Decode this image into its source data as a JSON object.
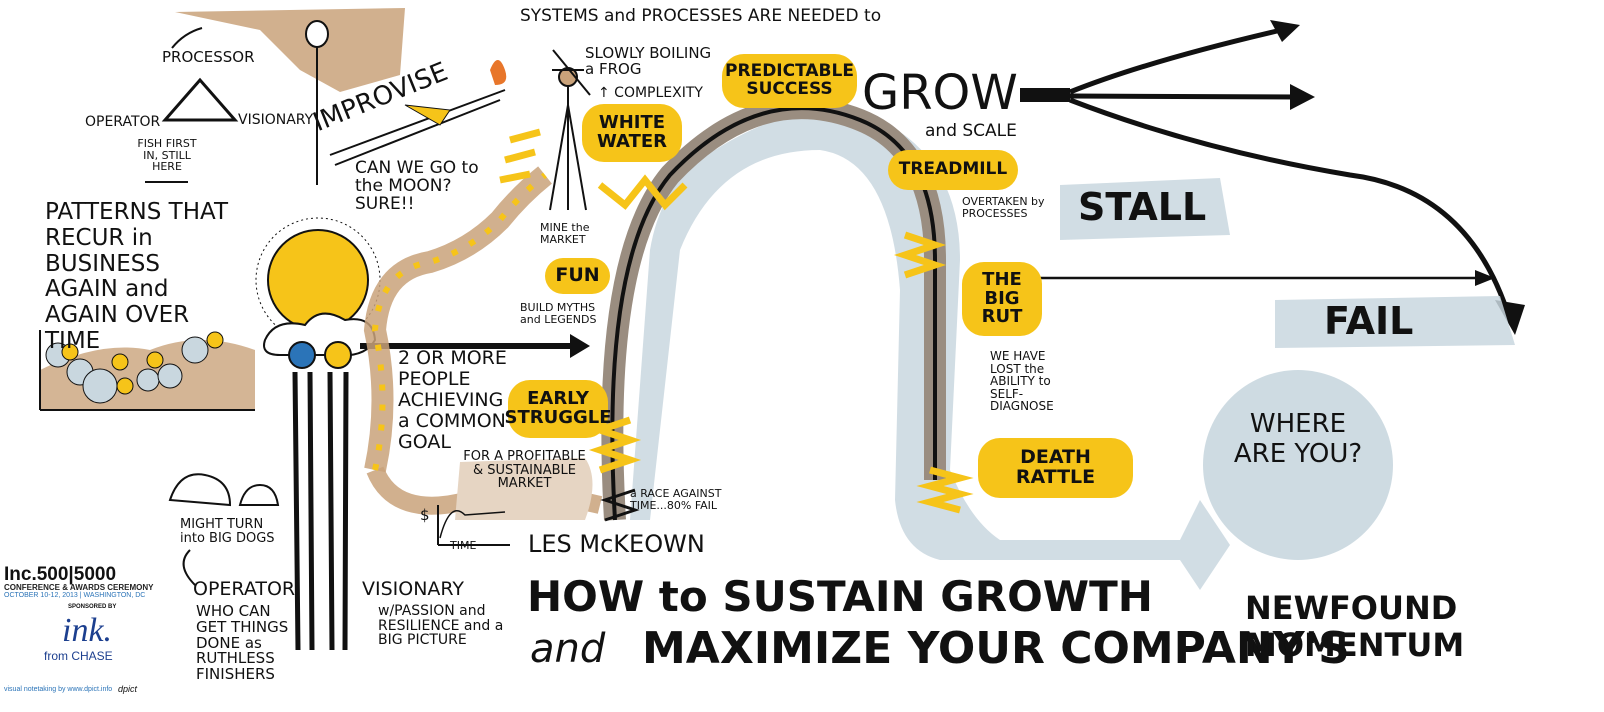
{
  "top_note": "SYSTEMS and PROCESSES ARE NEEDED to",
  "triangle": {
    "processor": "PROCESSOR",
    "operator": "OPERATOR",
    "visionary": "VISIONARY",
    "fish_note": "FISH FIRST IN, STILL HERE"
  },
  "improvise": "IMPROVISE",
  "boiling_frog": "SLOWLY BOILING a FROG",
  "complexity": "↑ COMPLEXITY",
  "moon": "CAN WE GO to the MOON? SURE!!",
  "mine_market": "MINE the MARKET",
  "build_myths": "BUILD MYTHS and LEGENDS",
  "patterns": "PATTERNS THAT RECUR in BUSINESS AGAIN and AGAIN OVER TIME",
  "people_goal": "2 OR MORE PEOPLE ACHIEVING a COMMON GOAL",
  "profitable": "FOR A PROFITABLE & SUSTAINABLE MARKET",
  "time_axis": "TIME",
  "dollar": "$",
  "race": "a RACE AGAINST TIME...80% FAIL",
  "might_turn": "MIGHT TURN into BIG DOGS",
  "operator_bottom": "OPERATOR",
  "operator_desc": "WHO CAN GET THINGS DONE as RUTHLESS FINISHERS",
  "visionary_bottom": "VISIONARY",
  "visionary_desc": "w/PASSION and RESILIENCE and a BIG PICTURE",
  "stages": {
    "predictable_success": "PREDICTABLE SUCCESS",
    "white_water": "WHITE WATER",
    "fun": "FUN",
    "early_struggle": "EARLY STRUGGLE",
    "treadmill": "TREADMILL",
    "big_rut": "THE BIG RUT",
    "death_rattle": "DEATH RATTLE"
  },
  "grow": "GROW",
  "and_scale": "and SCALE",
  "overtaken": "OVERTAKEN by PROCESSES",
  "lost_ability": "WE HAVE LOST the ABILITY to SELF-DIAGNOSE",
  "stall": "STALL",
  "fail": "FAIL",
  "where_are_you": "WHERE ARE YOU?",
  "speaker": "LES McKEOWN",
  "title_line1": "HOW to SUSTAIN GROWTH",
  "title_and": "and",
  "title_line2": "MAXIMIZE YOUR COMPANY'S",
  "newfound": "NEWFOUND MOMENTUM",
  "footer": {
    "inc_logo": "Inc.500|5000",
    "conference": "CONFERENCE & AWARDS CEREMONY",
    "dates": "OCTOBER 10-12, 2013 | WASHINGTON, DC",
    "sponsored": "SPONSORED BY",
    "ink": "ink.",
    "from_chase": "from CHASE",
    "credit": "visual notetaking by www.dpict.info",
    "dpict": "dpict"
  },
  "colors": {
    "yellow": "#f6c419",
    "tan": "#c9a27a",
    "pale_blue": "#c9d7df",
    "ink": "#111111",
    "blue": "#2b74b8"
  }
}
